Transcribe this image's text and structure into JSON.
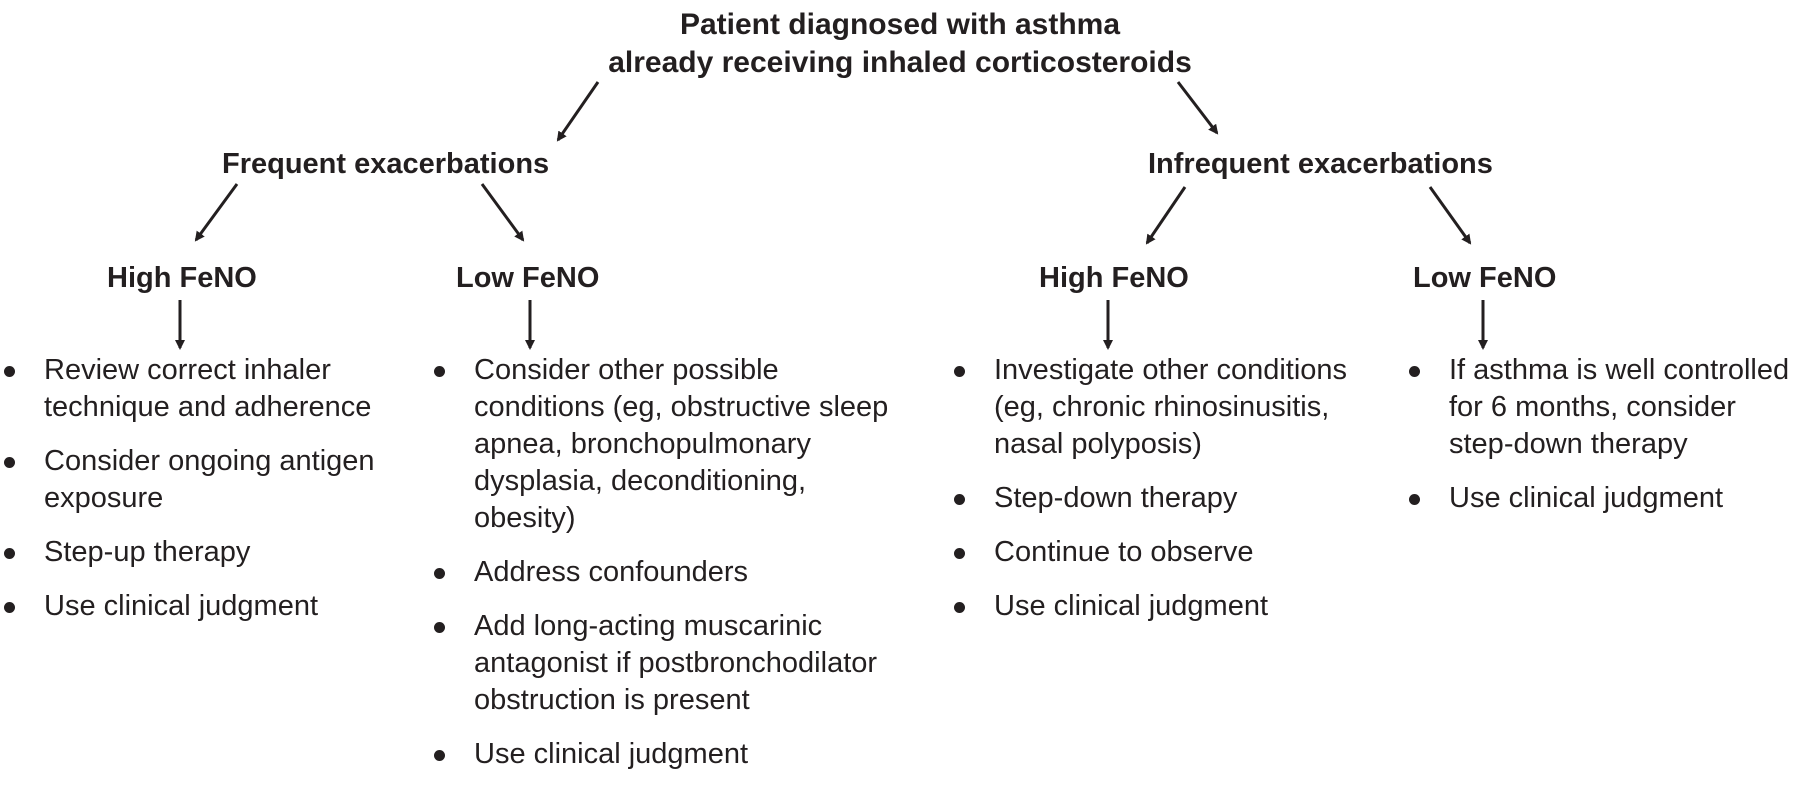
{
  "root": {
    "line1": "Patient diagnosed with asthma",
    "line2": "already receiving inhaled corticosteroids"
  },
  "branches": {
    "frequent": {
      "label": "Frequent exacerbations",
      "high": {
        "label": "High FeNO",
        "items": [
          "Review correct inhaler technique and adherence",
          "Consider ongoing antigen exposure",
          "Step-up therapy",
          "Use clinical judgment"
        ]
      },
      "low": {
        "label": "Low FeNO",
        "items": [
          "Consider other possible conditions (eg, obstructive sleep apnea, bronchopulmonary dysplasia, deconditioning, obesity)",
          "Address confounders",
          "Add long-acting muscarinic antagonist if postbronchodilator obstruction is present",
          "Use clinical judgment"
        ]
      }
    },
    "infrequent": {
      "label": "Infrequent exacerbations",
      "high": {
        "label": "High FeNO",
        "items": [
          "Investigate other conditions (eg, chronic rhinosinusitis, nasal polyposis)",
          "Step-down therapy",
          "Continue to observe",
          "Use clinical judgment"
        ]
      },
      "low": {
        "label": "Low FeNO",
        "items": [
          "If asthma is well controlled for 6 months, consider step-down therapy",
          "Use clinical judgment"
        ]
      }
    }
  }
}
